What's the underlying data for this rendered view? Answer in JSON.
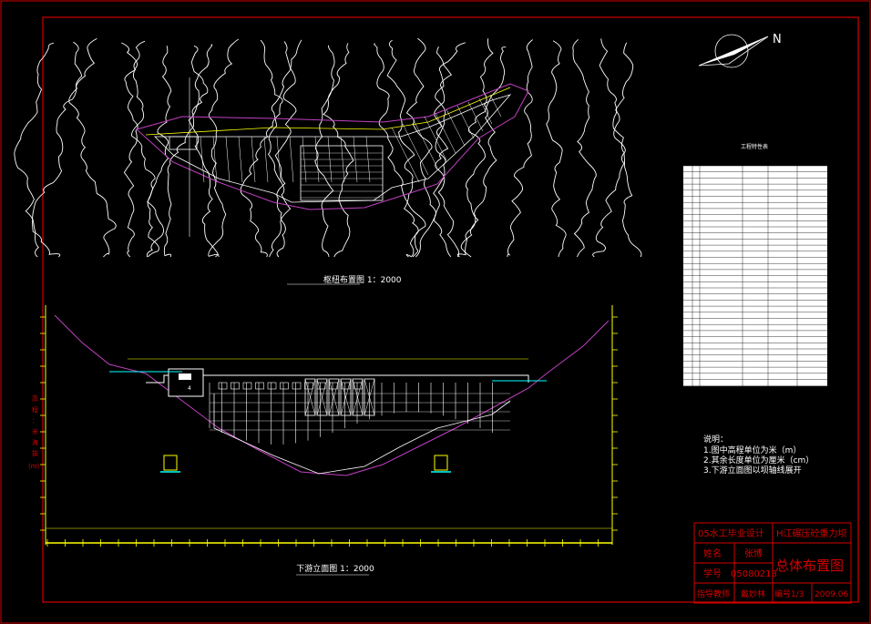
{
  "drawing": {
    "plan_title": "枢纽布置图 1：2000",
    "elevation_title": "下游立面图 1：2000",
    "north_label": "N",
    "table_title": "工程特性表",
    "axis_label_chars": [
      "高",
      "程",
      "：",
      "米",
      "海",
      "拔",
      "(m)"
    ],
    "notes": {
      "heading": "说明：",
      "lines": [
        "1.图中高程单位为米（m）",
        "2.其余长度单位为厘米（cm）",
        "3.下游立面图以坝轴线展开"
      ]
    },
    "title_block": {
      "project": "05水工毕业设计",
      "dam_name": "H江碾压砼重力坝",
      "name_label": "姓名",
      "name_value": "张博",
      "id_label": "学号",
      "id_value": "05080218",
      "drawing_title": "总体布置图",
      "advisor_label": "指导教师",
      "advisor_value": "戴妙林",
      "number_label": "编号1/3",
      "date": "2009.06"
    }
  },
  "colors": {
    "background": "#000000",
    "frame": "#d40000",
    "lines": "#ffffff",
    "yellow": "#ffff00",
    "magenta": "#c040c0",
    "cyan": "#00ffff",
    "green": "#00ff40"
  }
}
